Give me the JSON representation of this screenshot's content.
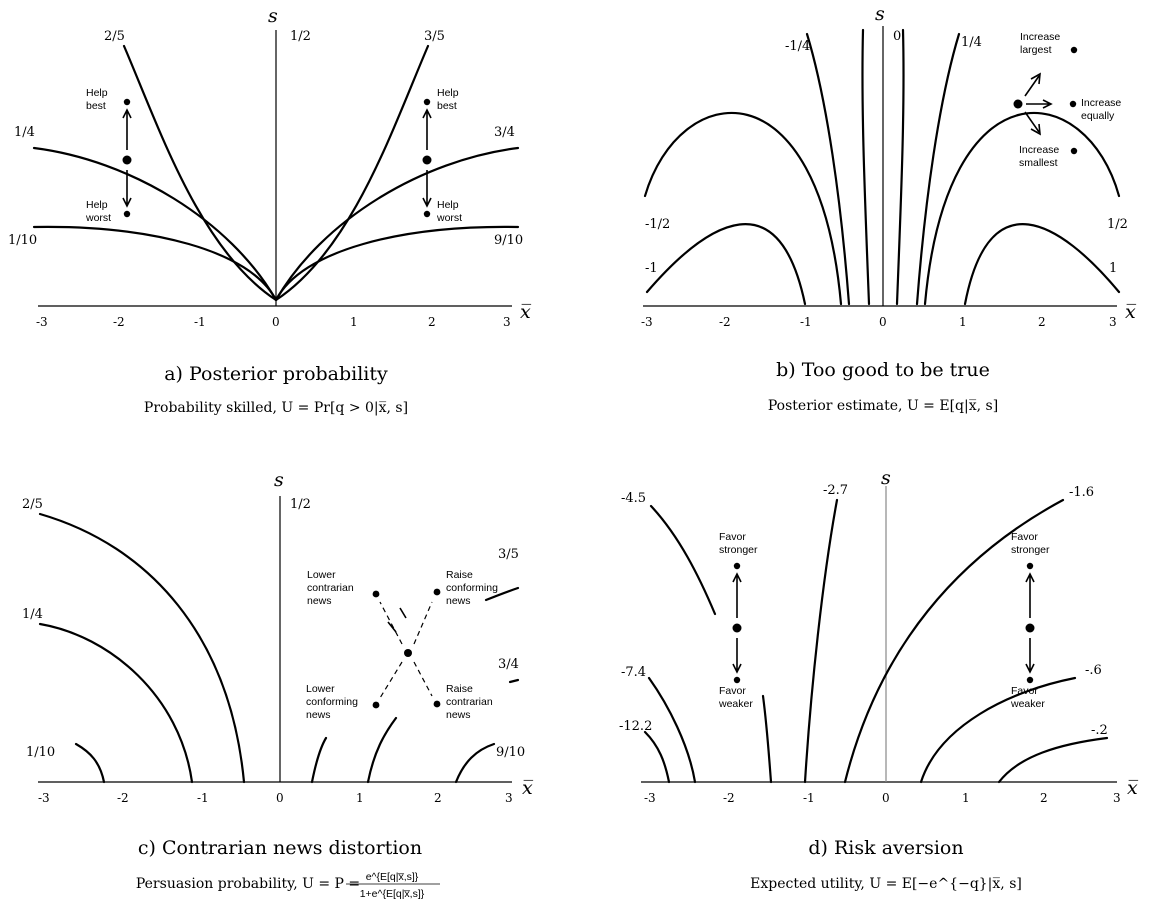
{
  "axes": {
    "y_name": "s",
    "x_name": "x̅",
    "x_ticks": [
      "-3",
      "-2",
      "-1",
      "0",
      "1",
      "2",
      "3"
    ]
  },
  "panel_a": {
    "title": "a) Posterior probability",
    "subtitle": "Probability skilled, U = Pr[q > 0|x̅, s]",
    "contour_labels": [
      "2/5",
      "1/2",
      "3/5",
      "1/4",
      "3/4",
      "1/10",
      "9/10"
    ],
    "annotations": {
      "left_top": [
        "Help",
        "best"
      ],
      "left_bottom": [
        "Help",
        "worst"
      ],
      "right_top": [
        "Help",
        "best"
      ],
      "right_bottom": [
        "Help",
        "worst"
      ]
    }
  },
  "panel_b": {
    "title": "b) Too good to be true",
    "subtitle": "Posterior estimate, U = E[q|x̅, s]",
    "contour_labels": [
      "-1/4",
      "0",
      "1/4",
      "-1/2",
      "1/2",
      "-1",
      "1"
    ],
    "annotations": {
      "largest": [
        "Increase",
        "largest"
      ],
      "equally": [
        "Increase",
        "equally"
      ],
      "smallest": [
        "Increase",
        "smallest"
      ]
    }
  },
  "panel_c": {
    "title": "c) Contrarian news distortion",
    "subtitle": "Persuasion probability, U = P =",
    "subtitle_fraction_num": "e^{E[q|x̅,s]}",
    "subtitle_fraction_den": "1+e^{E[q|x̅,s]}",
    "contour_labels": [
      "2/5",
      "1/2",
      "3/5",
      "1/4",
      "3/4",
      "1/10",
      "9/10"
    ],
    "annotations": {
      "top_left": [
        "Lower",
        "contrarian",
        "news"
      ],
      "top_right": [
        "Raise",
        "conforming",
        "news"
      ],
      "bottom_left": [
        "Lower",
        "conforming",
        "news"
      ],
      "bottom_right": [
        "Raise",
        "contrarian",
        "news"
      ]
    }
  },
  "panel_d": {
    "title": "d) Risk aversion",
    "subtitle": "Expected utility, U = E[−e^{−q}|x̅, s]",
    "contour_labels": [
      "-4.5",
      "-2.7",
      "-1.6",
      "-7.4",
      "-.6",
      "-12.2",
      "-.2"
    ],
    "annotations": {
      "left_top": [
        "Favor",
        "stronger"
      ],
      "left_bottom": [
        "Favor",
        "weaker"
      ],
      "right_top": [
        "Favor",
        "stronger"
      ],
      "right_bottom": [
        "Favor",
        "weaker"
      ]
    }
  }
}
